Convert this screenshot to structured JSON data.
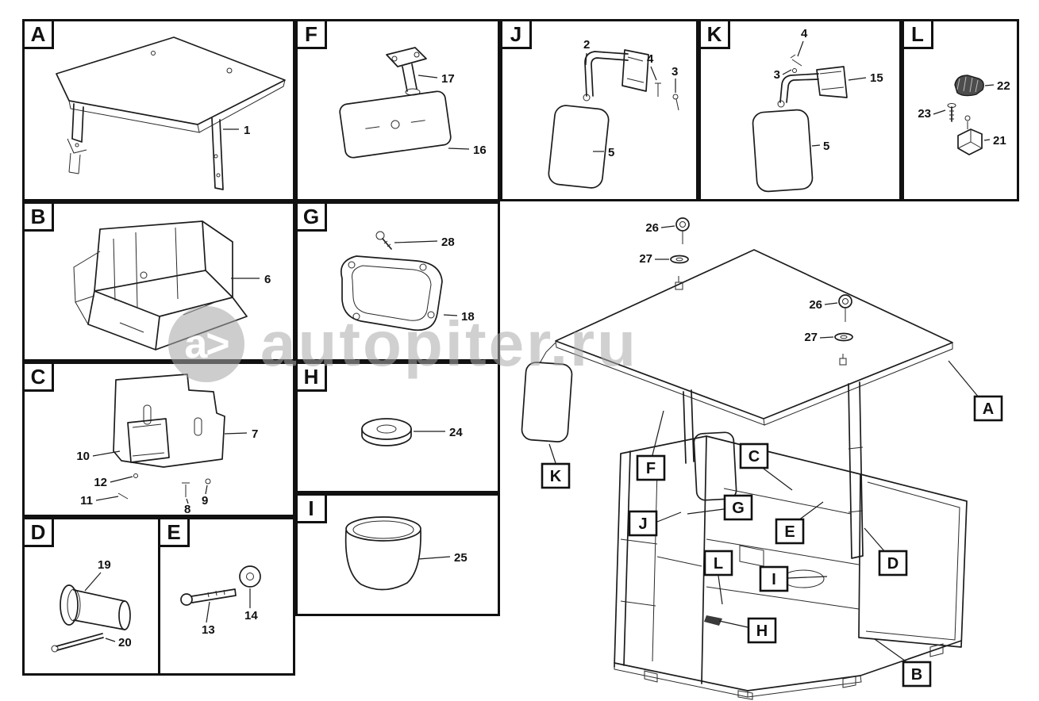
{
  "watermark": {
    "logo": "a>",
    "text": "autopiter.ru"
  },
  "panels": {
    "A": {
      "label": "A"
    },
    "B": {
      "label": "B"
    },
    "C": {
      "label": "C"
    },
    "D": {
      "label": "D"
    },
    "E": {
      "label": "E"
    },
    "F": {
      "label": "F"
    },
    "G": {
      "label": "G"
    },
    "H": {
      "label": "H"
    },
    "I": {
      "label": "I"
    },
    "J": {
      "label": "J"
    },
    "K": {
      "label": "K"
    },
    "L": {
      "label": "L"
    }
  },
  "callouts": {
    "p1": "1",
    "p2": "2",
    "p3": "3",
    "p4": "4",
    "p5": "5",
    "p6": "6",
    "p7": "7",
    "p8": "8",
    "p9": "9",
    "p10": "10",
    "p11": "11",
    "p12": "12",
    "p13": "13",
    "p14": "14",
    "p15": "15",
    "p16": "16",
    "p17": "17",
    "p18": "18",
    "p19": "19",
    "p20": "20",
    "p21": "21",
    "p22": "22",
    "p23": "23",
    "p24": "24",
    "p25": "25",
    "p28": "28"
  },
  "assembly": {
    "labels": {
      "A": "A",
      "B": "B",
      "C": "C",
      "D": "D",
      "E": "E",
      "F": "F",
      "G": "G",
      "H": "H",
      "I": "I",
      "J": "J",
      "K": "K",
      "L": "L"
    },
    "callouts": {
      "c26_left": "26",
      "c27_left": "27",
      "c26_right": "26",
      "c27_right": "27"
    }
  }
}
